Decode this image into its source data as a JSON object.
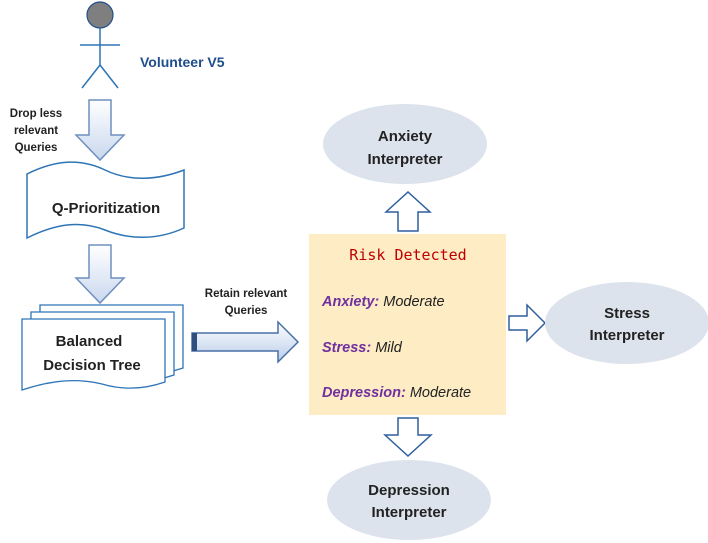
{
  "actor": {
    "label": "Volunteer V5"
  },
  "drop_label": [
    "Drop less",
    "relevant",
    "Queries"
  ],
  "prioritization": {
    "label": "Q-Prioritization"
  },
  "decision_tree": {
    "line1": "Balanced",
    "line2": "Decision Tree"
  },
  "retain_label": [
    "Retain relevant",
    "Queries"
  ],
  "risk_box": {
    "title": "Risk Detected",
    "rows": [
      {
        "key": "Anxiety:",
        "value": "Moderate"
      },
      {
        "key": "Stress:",
        "value": "Mild"
      },
      {
        "key": "Depression:",
        "value": "Moderate"
      }
    ]
  },
  "interpreters": {
    "anxiety": [
      "Anxiety",
      "Interpreter"
    ],
    "stress": [
      "Stress",
      "Interpreter"
    ],
    "depression": [
      "Depression",
      "Interpreter"
    ]
  },
  "colors": {
    "actor_text": "#1f4e8c",
    "key_purple": "#7030a0",
    "title_red": "#c00000",
    "risk_fill": "#fdecc4",
    "ellipse_fill": "#dde3ec",
    "arrow_fill": "#d7e3f4",
    "arrow_stroke": "#4a6fa5"
  }
}
